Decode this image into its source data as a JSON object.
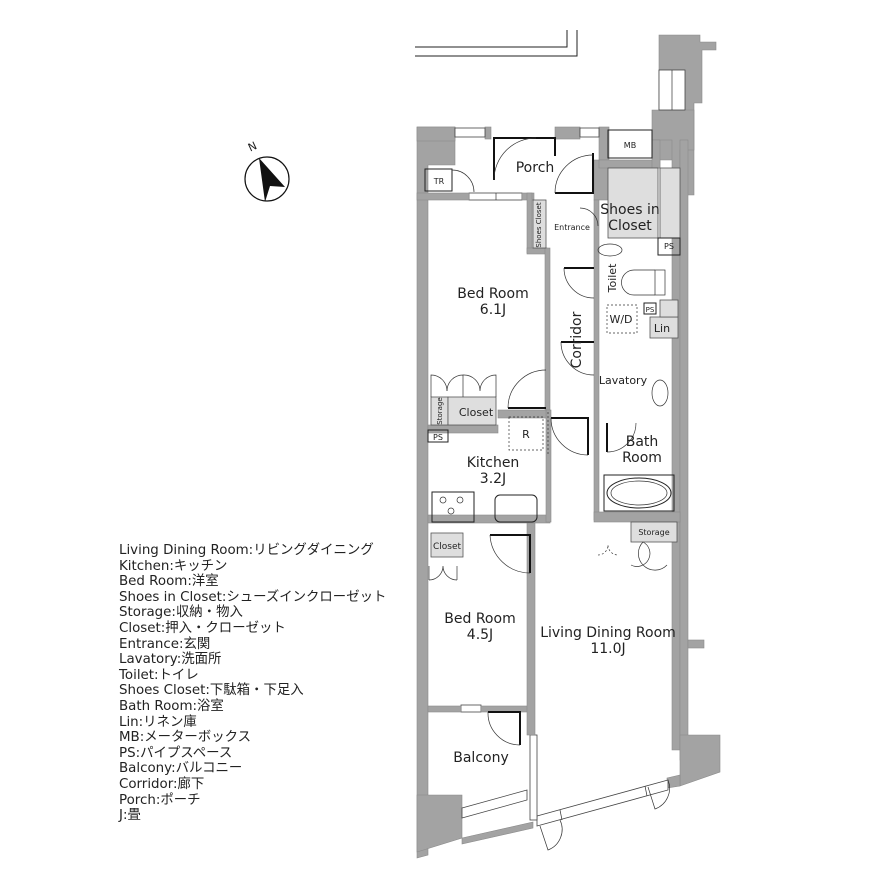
{
  "compass": {
    "label": "N",
    "icon": "north-arrow-icon"
  },
  "rooms": {
    "porch": "Porch",
    "tr": "TR",
    "mb": "MB",
    "shoes_in_closet_1": "Shoes in",
    "shoes_in_closet_2": "Closet",
    "entrance": "Entrance",
    "shoes_closet": "Shoes Closet",
    "ps_top": "PS",
    "toilet": "Toilet",
    "wd": "W/D",
    "ps_small": "PS",
    "lin": "Lin",
    "corridor": "Corridor",
    "lavatory": "Lavatory",
    "bedroom1_name": "Bed Room",
    "bedroom1_size": "6.1J",
    "storage_left": "Storage",
    "closet_left": "Closet",
    "ps_left": "PS",
    "fridge": "R",
    "kitchen_name": "Kitchen",
    "kitchen_size": "3.2J",
    "bath_1": "Bath",
    "bath_2": "Room",
    "storage_right": "Storage",
    "closet_bed2": "Closet",
    "bedroom2_name": "Bed Room",
    "bedroom2_size": "4.5J",
    "ldk_name": "Living Dining Room",
    "ldk_size": "11.0J",
    "balcony": "Balcony"
  },
  "legend": [
    "Living Dining Room:リビングダイニング",
    "Kitchen:キッチン",
    "Bed Room:洋室",
    "Shoes in Closet:シューズインクローゼット",
    "Storage:収納・物入",
    "Closet:押入・クローゼット",
    "Entrance:玄関",
    "Lavatory:洗面所",
    "Toilet:トイレ",
    "Shoes Closet:下駄箱・下足入",
    "Bath Room:浴室",
    "Lin:リネン庫",
    "MB:メーターボックス",
    "PS:パイプスペース",
    "Balcony:バルコニー",
    "Corridor:廊下",
    "Porch:ポーチ",
    "J:畳"
  ],
  "colors": {
    "wall": "#a3a3a3",
    "storage_fill": "#dedede",
    "line": "#222222"
  }
}
